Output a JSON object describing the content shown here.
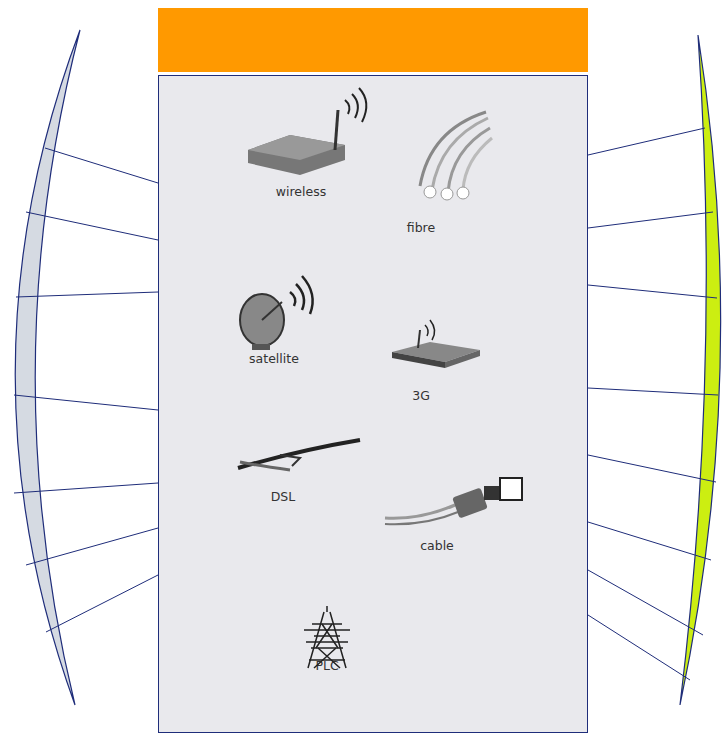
{
  "diagram": {
    "nodes": [
      {
        "text": [
          "wireless",
          "fibre",
          "satellite",
          "3G",
          "DSL",
          "cable",
          "PLC"
        ]
      }
    ]
  }
}
